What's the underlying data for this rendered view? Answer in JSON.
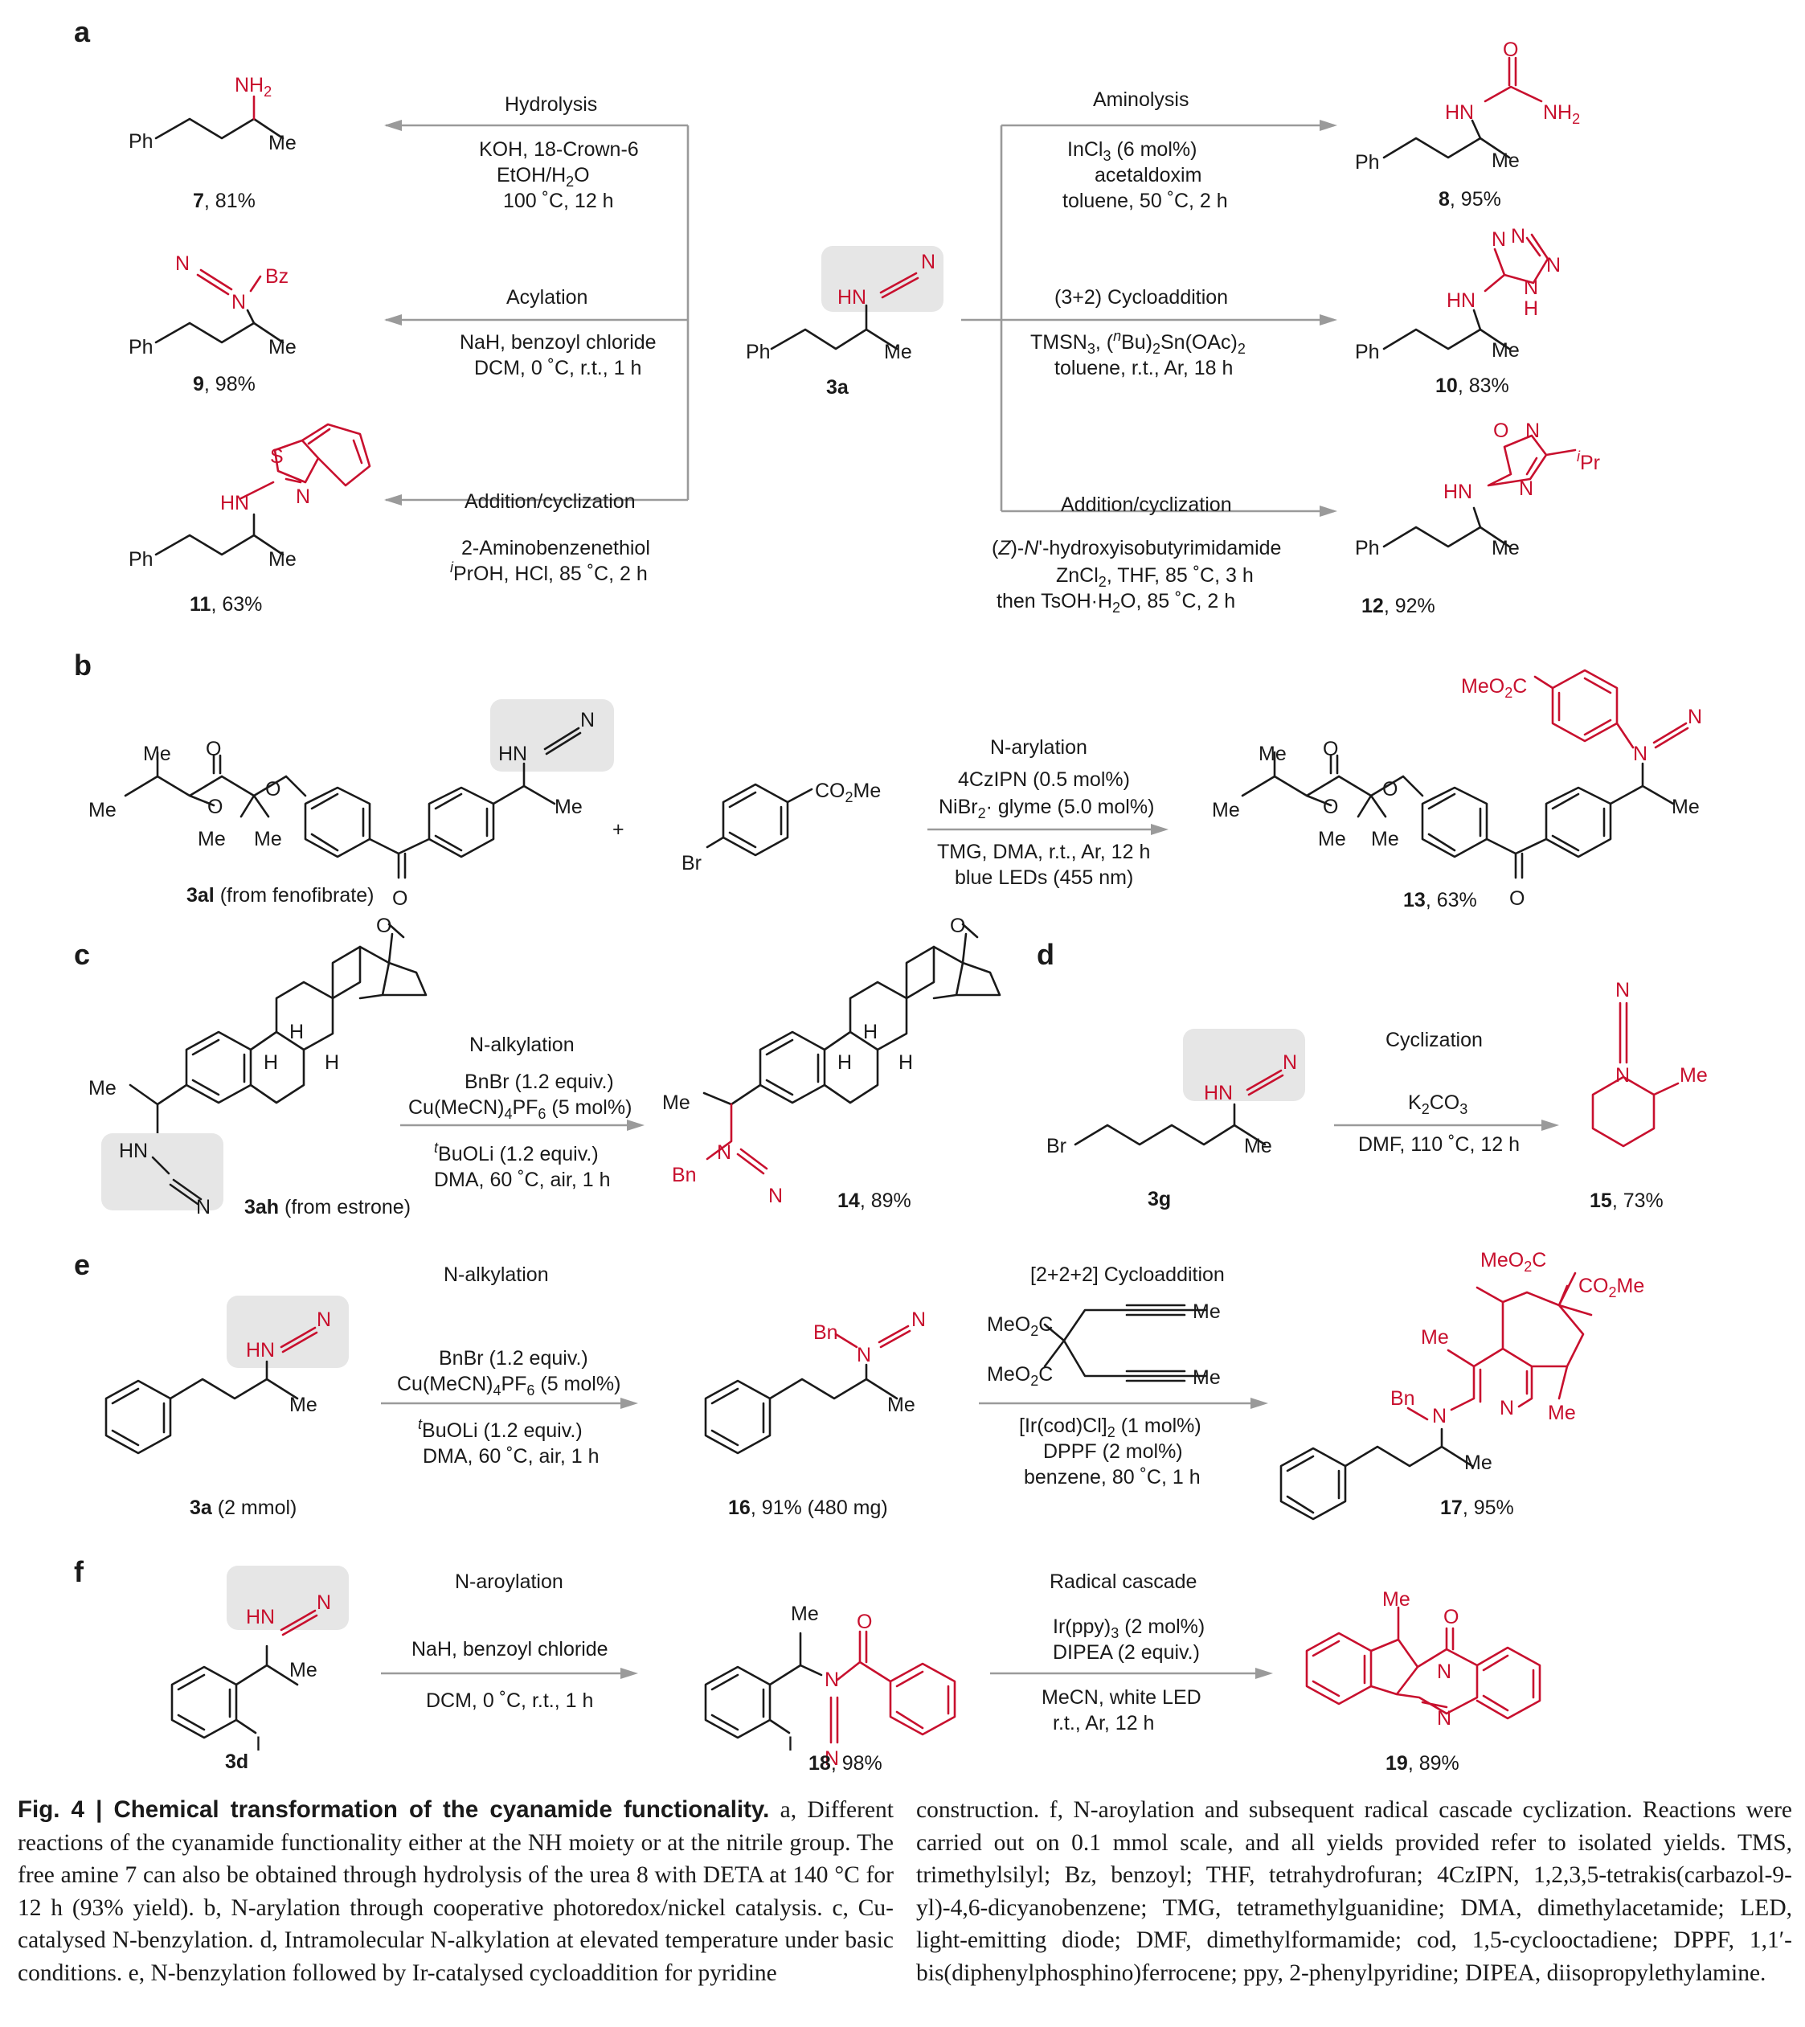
{
  "figure": {
    "panels": {
      "a": "a",
      "b": "b",
      "c": "c",
      "d": "d",
      "e": "e",
      "f": "f"
    },
    "compounds": {
      "c3a": "3a",
      "c7": "7",
      "c7y": ", 81%",
      "c8": "8",
      "c8y": ", 95%",
      "c9": "9",
      "c9y": ", 98%",
      "c10": "10",
      "c10y": ", 83%",
      "c11": "11",
      "c11y": ", 63%",
      "c12": "12",
      "c12y": ", 92%",
      "c3al": "3al",
      "c3aly": " (from fenofibrate)",
      "c13": "13",
      "c13y": ", 63%",
      "c3ah": "3ah",
      "c3ahy": " (from estrone)",
      "c14": "14",
      "c14y": ", 89%",
      "c3g": "3g",
      "c15": "15",
      "c15y": ", 73%",
      "c3a2": "3a",
      "c3a2y": " (2 mmol)",
      "c16": "16",
      "c16y": ", 91% (480 mg)",
      "c17": "17",
      "c17y": ", 95%",
      "c3d": "3d",
      "c18": "18",
      "c18y": ", 98%",
      "c19": "19",
      "c19y": ", 89%"
    },
    "atoms": {
      "Ph": "Ph",
      "Me": "Me",
      "NH2": "NH",
      "sub2": "2",
      "N": "N",
      "HN": "HN",
      "H": "H",
      "Bz": "Bz",
      "S": "S",
      "O": "O",
      "Br": "Br",
      "I": "I",
      "Bn": "Bn",
      "iPr": "Pr",
      "i": "i",
      "CO2Me": "CO",
      "CO2Me_tail": "Me",
      "MeO2C": "MeO",
      "MeO2C_tail": "C",
      "NH": "H"
    },
    "conditions": {
      "hydrolysis_title": "Hydrolysis",
      "hydrolysis_1": "KOH, 18-Crown-6",
      "hydrolysis_2": "EtOH/H",
      "hydrolysis_2b": "O",
      "hydrolysis_3": "100 ˚C, 12 h",
      "acylation_title": "Acylation",
      "acylation_1": "NaH, benzoyl chloride",
      "acylation_2": "DCM, 0 ˚C, r.t., 1 h",
      "addcyc_title": "Addition/cyclization",
      "addcyc_1": "2-Aminobenzenethiol",
      "addcyc_2": "PrOH, HCl, 85 ˚C, 2 h",
      "aminolysis_title": "Aminolysis",
      "aminolysis_1": "InCl",
      "aminolysis_1b": " (6 mol%)",
      "aminolysis_2": "acetaldoxim",
      "aminolysis_3": "toluene, 50 ˚C, 2 h",
      "cyclo_title": "(3+2) Cycloaddition",
      "cyclo_1a": "TMSN",
      "cyclo_1b": ", (",
      "cyclo_1c": "Bu)",
      "cyclo_1d": "Sn(OAc)",
      "cyclo_2": "toluene, r.t., Ar, 18 h",
      "addcyc2_title": "Addition/cyclization",
      "addcyc2_1a": "(",
      "addcyc2_1b": "Z",
      "addcyc2_1c": ")-",
      "addcyc2_1d": "N",
      "addcyc2_1e": "'-hydroxyisobutyrimidamide",
      "addcyc2_2": "ZnCl",
      "addcyc2_2b": ", THF, 85 ˚C, 3 h",
      "addcyc2_3": "then TsOH·H",
      "addcyc2_3b": "O, 85 ˚C, 2 h",
      "narylation_title": "N-arylation",
      "narylation_1": "4CzIPN (0.5 mol%)",
      "narylation_2a": "NiBr",
      "narylation_2b": "· glyme (5.0 mol%)",
      "narylation_3": "TMG, DMA, r.t., Ar, 12 h",
      "narylation_4": "blue LEDs (455 nm)",
      "nalk_title": "N-alkylation",
      "nalk_1": "BnBr (1.2 equiv.)",
      "nalk_2a": "Cu(MeCN)",
      "nalk_2b": "PF",
      "nalk_2c": " (5 mol%)",
      "nalk_3": "BuOLi (1.2 equiv.)",
      "nalk_4": "DMA, 60 ˚C, air, 1 h",
      "t": "t",
      "cycl_title": "Cyclization",
      "cycl_1a": "K",
      "cycl_1b": "CO",
      "cycl_2": "DMF, 110 ˚C, 12 h",
      "cyc222_title": "[2+2+2] Cycloaddition",
      "cyc222_1": "[Ir(cod)Cl]",
      "cyc222_1b": " (1 mol%)",
      "cyc222_2": "DPPF (2 mol%)",
      "cyc222_3": "benzene, 80 ˚C, 1 h",
      "naroyl_title": "N-aroylation",
      "naroyl_1": "NaH, benzoyl chloride",
      "naroyl_2": "DCM, 0 ˚C, r.t., 1 h",
      "radical_title": "Radical cascade",
      "radical_1a": "Ir(ppy)",
      "radical_1b": " (2 mol%)",
      "radical_2": "DIPEA (2 equiv.)",
      "radical_3": "MeCN, white LED",
      "radical_4": "r.t., Ar, 12 h",
      "n": "n",
      "three": "3",
      "two": "2",
      "four": "4",
      "six": "6",
      "plus": "+"
    },
    "colors": {
      "product": "#c8102e",
      "arrow": "#9a9a9a",
      "highlight": "#e6e6e6"
    }
  },
  "caption": {
    "label": "Fig. 4 | Chemical transformation of the cyanamide functionality.",
    "left_text": " a, Different reactions of the cyanamide functionality either at the NH moiety or at the nitrile group. The free amine 7 can also be obtained through hydrolysis of the urea 8 with DETA at 140 °C for 12 h (93% yield). b, N-arylation through cooperative photoredox/nickel catalysis. c, Cu-catalysed N-benzylation. d, Intramolecular N-alkylation at elevated temperature under basic conditions. e, N-benzylation followed by Ir-catalysed cycloaddition for pyridine",
    "right_text": "construction. f, N-aroylation and subsequent radical cascade cyclization. Reactions were carried out on 0.1 mmol scale, and all yields provided refer to isolated yields. TMS, trimethylsilyl; Bz, benzoyl; THF, tetrahydrofuran; 4CzIPN, 1,2,3,5-tetrakis(carbazol-9-yl)-4,6-dicyanobenzene; TMG, tetramethylguanidine; DMA, dimethylacetamide; LED, light-emitting diode; DMF, dimethylformamide; cod, 1,5-cyclooctadiene; DPPF, 1,1′-bis(diphenylphosphino)ferrocene; ppy, 2-phenylpyridine; DIPEA, diisopropylethylamine."
  }
}
